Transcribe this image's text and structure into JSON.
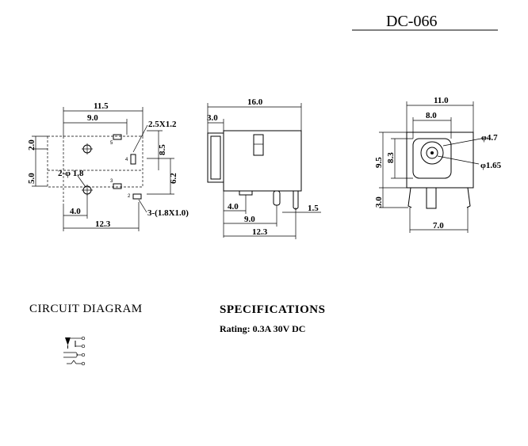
{
  "title": "DC-066",
  "sections": {
    "circuit": "CIRCUIT DIAGRAM",
    "specs": "SPECIFICATIONS",
    "rating": "Rating: 0.3A 30V DC"
  },
  "left_view": {
    "dims": {
      "top_width": "11.5",
      "inner_width": "9.0",
      "pin_size": "2.5X1.2",
      "left_top": "2.0",
      "left_span": "5.0",
      "hole_label": "2-φ 1.8",
      "right_upper": "8.5",
      "right_lower": "6.2",
      "bottom_small": "4.0",
      "bottom_width": "12.3",
      "pad_label": "3-(1.8X1.0)"
    },
    "pins": [
      "5",
      "4",
      "3",
      "2"
    ]
  },
  "front_view": {
    "dims": {
      "length": "16.0",
      "front": "3.0",
      "d1": "4.0",
      "d2": "9.0",
      "d3": "12.3",
      "tail": "1.5"
    }
  },
  "end_view": {
    "dims": {
      "width": "11.0",
      "inner": "8.0",
      "outer_dia": "φ4.7",
      "inner_dia": "φ1.65",
      "height": "9.5",
      "inner_height": "8.3",
      "base": "3.0",
      "pin_span": "7.0"
    }
  }
}
